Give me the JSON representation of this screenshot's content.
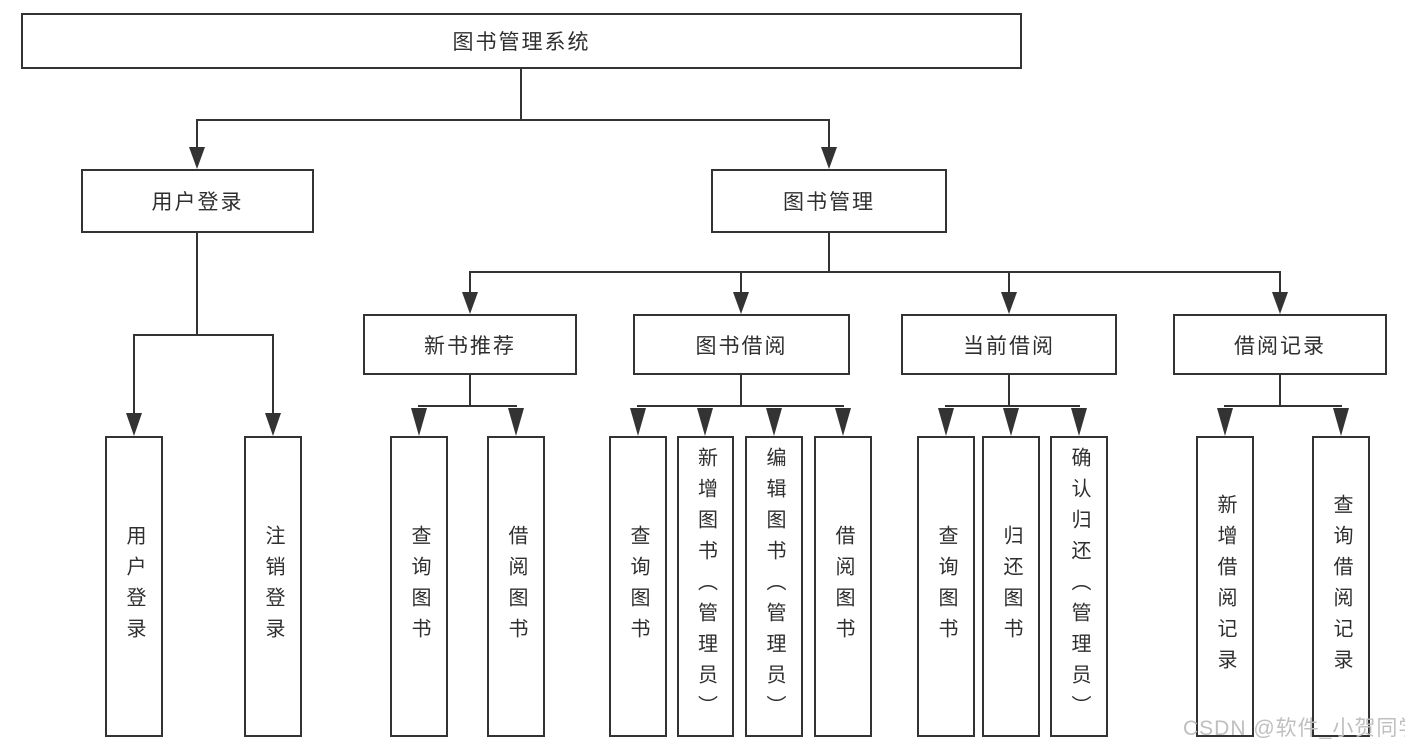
{
  "diagram": {
    "type": "hierarchy-tree",
    "title": "图书管理系统",
    "colors": {
      "line": "#333333",
      "box_border": "#333333",
      "box_fill": "#ffffff",
      "text": "#2f2f2f",
      "watermark": "#bfbfbf",
      "background": "#ffffff"
    },
    "nodes": {
      "root": {
        "label": "图书管理系统"
      },
      "level2": [
        {
          "label": "用户登录",
          "parent": "图书管理系统"
        },
        {
          "label": "图书管理",
          "parent": "图书管理系统"
        }
      ],
      "level3": [
        {
          "label": "新书推荐",
          "parent": "图书管理"
        },
        {
          "label": "图书借阅",
          "parent": "图书管理"
        },
        {
          "label": "当前借阅",
          "parent": "图书管理"
        },
        {
          "label": "借阅记录",
          "parent": "图书管理"
        }
      ],
      "leaves": [
        {
          "label": "用户登录",
          "parent": "用户登录"
        },
        {
          "label": "注销登录",
          "parent": "用户登录"
        },
        {
          "label": "查询图书",
          "parent": "新书推荐"
        },
        {
          "label": "借阅图书",
          "parent": "新书推荐"
        },
        {
          "label": "查询图书",
          "parent": "图书借阅"
        },
        {
          "label": "新增图书（管理员）",
          "parent": "图书借阅"
        },
        {
          "label": "编辑图书（管理员）",
          "parent": "图书借阅"
        },
        {
          "label": "借阅图书",
          "parent": "图书借阅"
        },
        {
          "label": "查询图书",
          "parent": "当前借阅"
        },
        {
          "label": "归还图书",
          "parent": "当前借阅"
        },
        {
          "label": "确认归还（管理员）",
          "parent": "当前借阅"
        },
        {
          "label": "新增借阅记录",
          "parent": "借阅记录"
        },
        {
          "label": "查询借阅记录",
          "parent": "借阅记录"
        }
      ]
    }
  },
  "watermark": {
    "text": "CSDN @软件_小贺同学"
  }
}
